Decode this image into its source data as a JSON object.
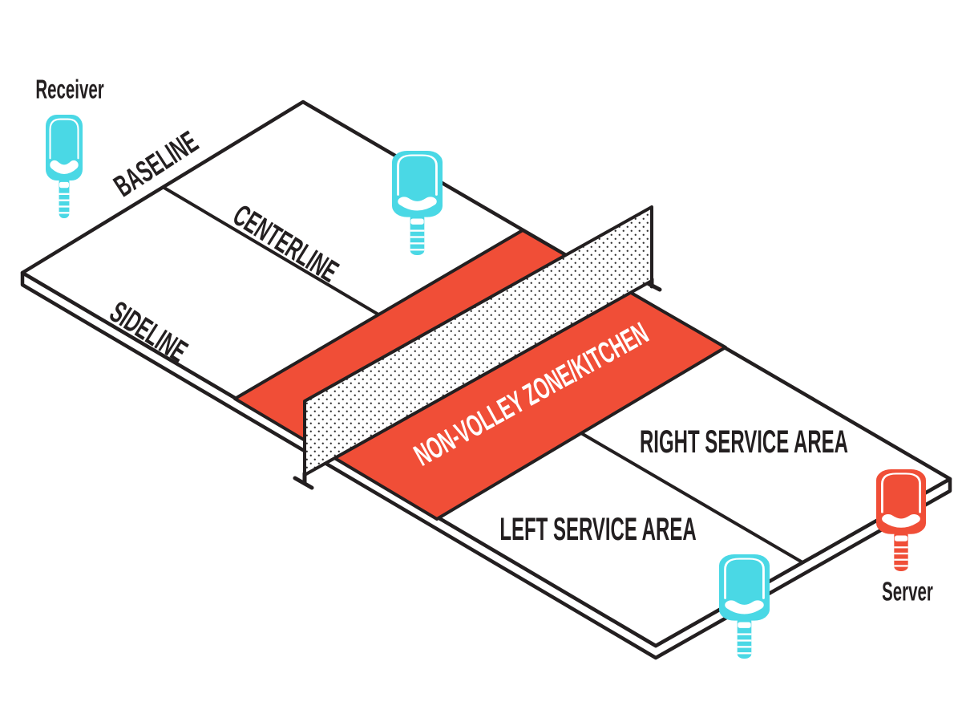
{
  "labels": {
    "receiver": "Receiver",
    "server": "Server",
    "baseline": "BASELINE",
    "centerline": "CENTERLINE",
    "sideline": "SIDELINE",
    "nvz": "NON-VOLLEY ZONE/KITCHEN",
    "right_service": "RIGHT SERVICE AREA",
    "left_service": "LEFT SERVICE AREA"
  },
  "colors": {
    "ink": "#231f20",
    "accent-red": "#f04e37",
    "paddle-cyan": "#4ad8e5",
    "court-white": "#ffffff",
    "net-dot": "#2e2e2e"
  }
}
